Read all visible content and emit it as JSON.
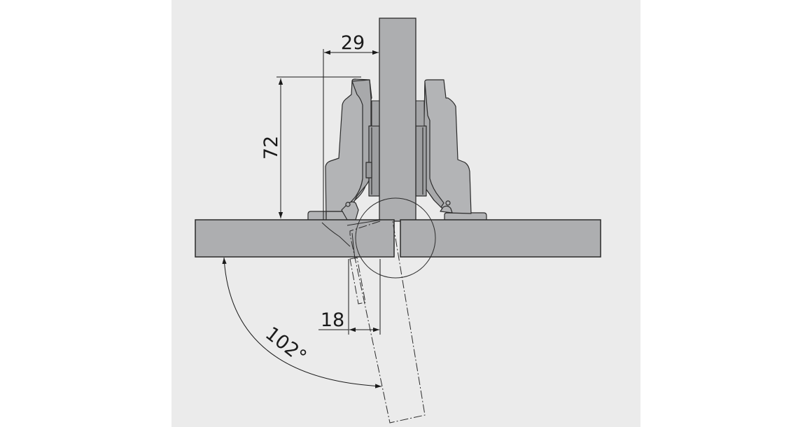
{
  "diagram": {
    "type": "technical-drawing",
    "subject": "concealed cabinet hinge, opening angle view",
    "colors": {
      "page": "#ffffff",
      "panel_background": "#ebebeb",
      "board_fill": "#adaeb0",
      "hinge_fill": "#b3b4b6",
      "hinge_dark": "#9a9b9d",
      "line": "#2b2b2b"
    },
    "dimensions": {
      "cup_offset": {
        "label": "29",
        "unit": "mm"
      },
      "hinge_height": {
        "label": "72",
        "unit": "mm"
      },
      "door_overlay": {
        "label": "18",
        "unit": "mm"
      },
      "opening_angle": {
        "label": "102°",
        "unit": "deg"
      }
    },
    "parts": [
      {
        "id": "center-panel",
        "label": "vertical cabinet side panel"
      },
      {
        "id": "left-door",
        "label": "left door (closed)"
      },
      {
        "id": "right-door",
        "label": "right door (closed)"
      },
      {
        "id": "left-hinge",
        "label": "left hinge arm"
      },
      {
        "id": "right-hinge",
        "label": "right hinge arm"
      },
      {
        "id": "open-door",
        "label": "door in open position (dash-dot)"
      },
      {
        "id": "detail-circle",
        "label": "detail circle"
      }
    ]
  }
}
